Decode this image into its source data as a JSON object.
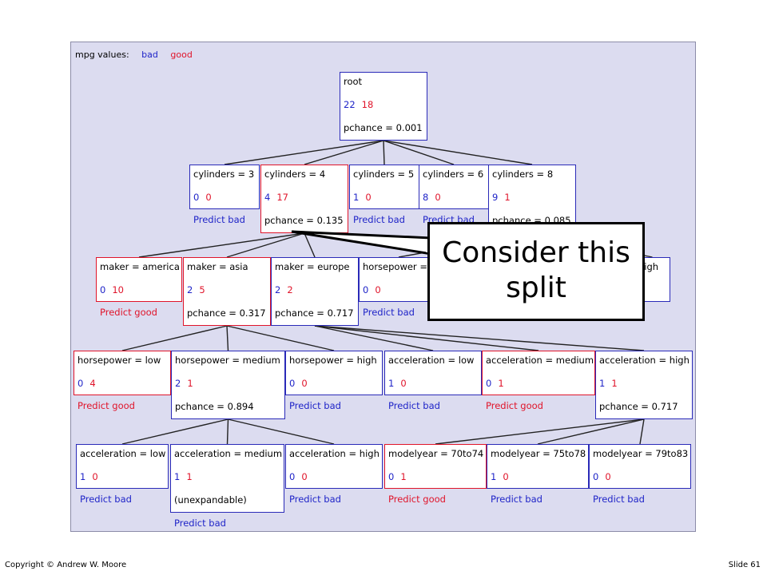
{
  "legend": {
    "label": "mpg values:",
    "bad": "bad",
    "good": "good"
  },
  "colors": {
    "bad": "#1f24c8",
    "good": "#e0142a",
    "panel": "#dcdcf0"
  },
  "nodes": [
    {
      "id": "root",
      "label": "root",
      "bad": "22",
      "good": "18",
      "pchance": "pchance = 0.001",
      "predict": "",
      "highlight": false,
      "parent": null
    },
    {
      "id": "cyl3",
      "label": "cylinders = 3",
      "bad": "0",
      "good": "0",
      "pchance": "",
      "predict": "Predict bad",
      "highlight": false,
      "parent": "root"
    },
    {
      "id": "cyl4",
      "label": "cylinders = 4",
      "bad": "4",
      "good": "17",
      "pchance": "pchance = 0.135",
      "predict": "",
      "highlight": true,
      "parent": "root"
    },
    {
      "id": "cyl5",
      "label": "cylinders = 5",
      "bad": "1",
      "good": "0",
      "pchance": "",
      "predict": "Predict bad",
      "highlight": false,
      "parent": "root"
    },
    {
      "id": "cyl6",
      "label": "cylinders = 6",
      "bad": "8",
      "good": "0",
      "pchance": "",
      "predict": "Predict bad",
      "highlight": false,
      "parent": "root"
    },
    {
      "id": "cyl8",
      "label": "cylinders = 8",
      "bad": "9",
      "good": "1",
      "pchance": "pchance = 0.085",
      "predict": "",
      "highlight": false,
      "parent": "root"
    },
    {
      "id": "mamerica",
      "label": "maker = america",
      "bad": "0",
      "good": "10",
      "pchance": "",
      "predict": "Predict good",
      "highlight": true,
      "parent": "cyl4"
    },
    {
      "id": "masia",
      "label": "maker = asia",
      "bad": "2",
      "good": "5",
      "pchance": "pchance = 0.317",
      "predict": "",
      "highlight": true,
      "parent": "cyl4"
    },
    {
      "id": "meurope",
      "label": "maker = europe",
      "bad": "2",
      "good": "2",
      "pchance": "pchance = 0.717",
      "predict": "",
      "highlight": false,
      "parent": "cyl4"
    },
    {
      "id": "hp_c8",
      "label": "horsepower = ",
      "bad": "0",
      "good": "0",
      "pchance": "",
      "predict": "Predict bad",
      "highlight": false,
      "parent": "cyl8"
    },
    {
      "id": "hp_c8_high",
      "label": "high",
      "bad": "",
      "good": "",
      "pchance": "",
      "predict": "",
      "highlight": false,
      "parent": "cyl8"
    },
    {
      "id": "hplow",
      "label": "horsepower = low",
      "bad": "0",
      "good": "4",
      "pchance": "",
      "predict": "Predict good",
      "highlight": true,
      "parent": "masia"
    },
    {
      "id": "hpmed",
      "label": "horsepower = medium",
      "bad": "2",
      "good": "1",
      "pchance": "pchance = 0.894",
      "predict": "",
      "highlight": false,
      "parent": "masia"
    },
    {
      "id": "hphigh",
      "label": "horsepower = high",
      "bad": "0",
      "good": "0",
      "pchance": "",
      "predict": "Predict bad",
      "highlight": false,
      "parent": "masia"
    },
    {
      "id": "acclow_e",
      "label": "acceleration = low",
      "bad": "1",
      "good": "0",
      "pchance": "",
      "predict": "Predict bad",
      "highlight": false,
      "parent": "meurope"
    },
    {
      "id": "accmed_e",
      "label": "acceleration = medium",
      "bad": "0",
      "good": "1",
      "pchance": "",
      "predict": "Predict good",
      "highlight": true,
      "parent": "meurope"
    },
    {
      "id": "acchigh_e",
      "label": "acceleration = high",
      "bad": "1",
      "good": "1",
      "pchance": "pchance = 0.717",
      "predict": "",
      "highlight": false,
      "parent": "meurope"
    },
    {
      "id": "acclow",
      "label": "acceleration = low",
      "bad": "1",
      "good": "0",
      "pchance": "",
      "predict": "Predict bad",
      "highlight": false,
      "parent": "hpmed"
    },
    {
      "id": "accmed",
      "label": "acceleration = medium",
      "bad": "1",
      "good": "1",
      "pchance": "(unexpandable)",
      "predict": "Predict bad",
      "highlight": false,
      "parent": "hpmed"
    },
    {
      "id": "acchigh",
      "label": "acceleration = high",
      "bad": "0",
      "good": "0",
      "pchance": "",
      "predict": "Predict bad",
      "highlight": false,
      "parent": "hpmed"
    },
    {
      "id": "my7074",
      "label": "modelyear = 70to74",
      "bad": "0",
      "good": "1",
      "pchance": "",
      "predict": "Predict good",
      "highlight": true,
      "parent": "acchigh_e"
    },
    {
      "id": "my7578",
      "label": "modelyear = 75to78",
      "bad": "1",
      "good": "0",
      "pchance": "",
      "predict": "Predict bad",
      "highlight": false,
      "parent": "acchigh_e"
    },
    {
      "id": "my7983",
      "label": "modelyear = 79to83",
      "bad": "0",
      "good": "0",
      "pchance": "",
      "predict": "Predict bad",
      "highlight": false,
      "parent": "acchigh_e"
    }
  ],
  "callout": {
    "text_line1": "Consider this",
    "text_line2": "split"
  },
  "footer": {
    "copyright": "Copyright © Andrew W. Moore",
    "slide": "Slide 61"
  }
}
